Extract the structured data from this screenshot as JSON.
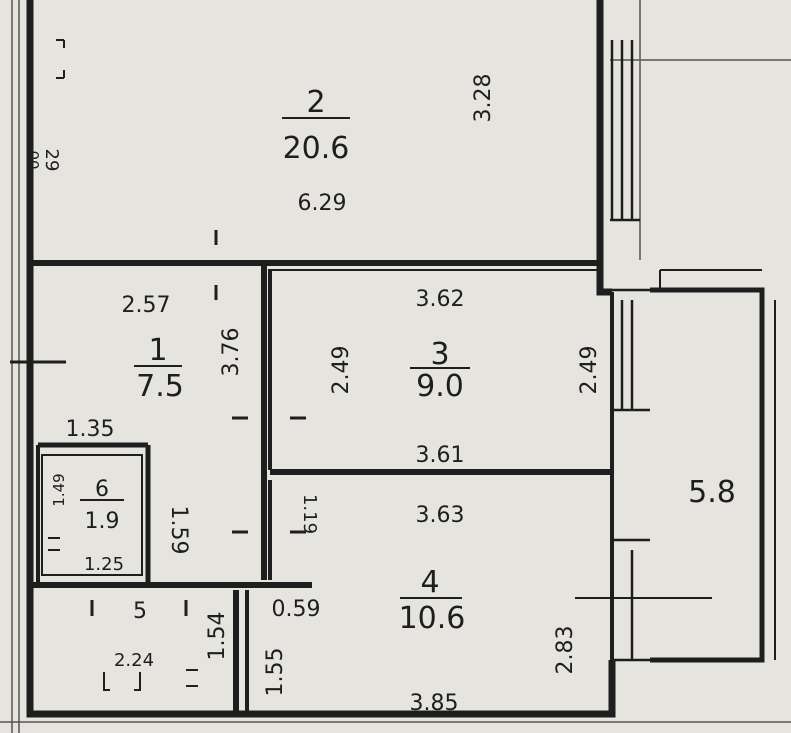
{
  "colors": {
    "paper": "#e6e4df",
    "ink": "#1e1e1e"
  },
  "rooms": [
    {
      "id": "2",
      "area": "20.6",
      "dims": [
        "6.29",
        "3.28"
      ]
    },
    {
      "id": "1",
      "area": "7.5",
      "dims": [
        "2.57",
        "3.76",
        "1.35"
      ]
    },
    {
      "id": "3",
      "area": "9.0",
      "dims": [
        "3.62",
        "3.61",
        "2.49",
        "2.49"
      ]
    },
    {
      "id": "6",
      "area": "1.9",
      "dims": [
        "1.49",
        "1.25",
        "1.59"
      ]
    },
    {
      "id": "5",
      "area": "",
      "dims": [
        "2.24",
        "1.54",
        "1.55"
      ]
    },
    {
      "id": "4",
      "area": "10.6",
      "dims": [
        "3.63",
        "3.85",
        "2.83",
        "1.19",
        "0.59"
      ]
    }
  ],
  "balcony": {
    "area": "5.8"
  },
  "margin_marks": {
    "left_top": "29",
    "left_top_small": "00"
  }
}
